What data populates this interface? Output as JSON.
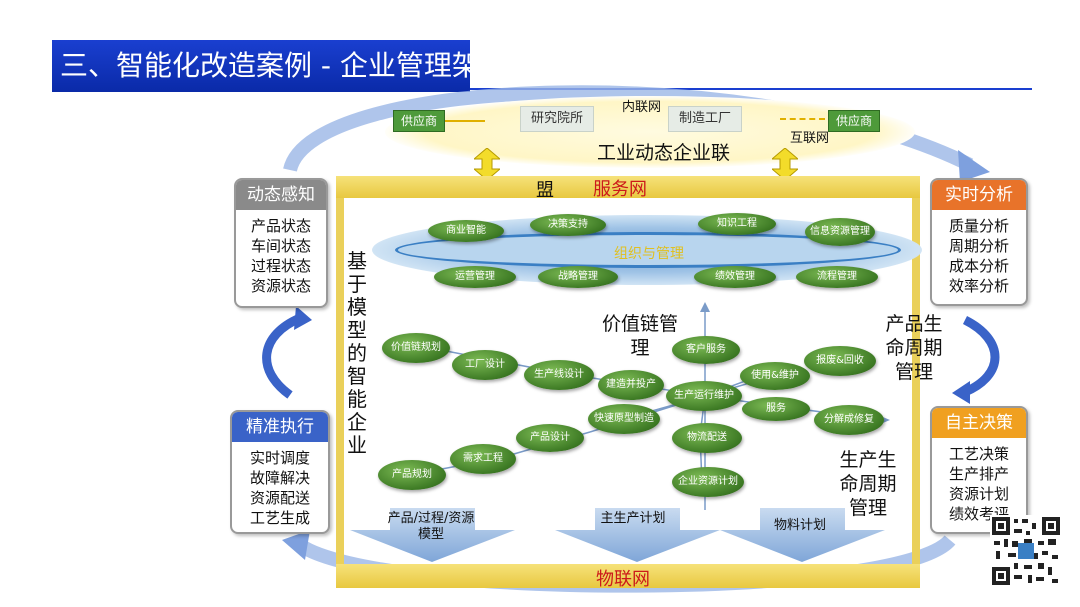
{
  "title": "三、智能化改造案例 - 企业管理架构",
  "top": {
    "intranet": "内联网",
    "internet": "互联网",
    "supplier_left": "供应商",
    "research": "研究院所",
    "factory": "制造工厂",
    "supplier_right": "供应商",
    "alliance_line1": "工业动态企业联",
    "alliance_line2": "盟",
    "service_net": "服务网"
  },
  "left_panels": {
    "sense": {
      "title": "动态感知",
      "items": [
        "产品状态",
        "车间状态",
        "过程状态",
        "资源状态"
      ]
    },
    "execute": {
      "title": "精准执行",
      "items": [
        "实时调度",
        "故障解决",
        "资源配送",
        "工艺生成"
      ]
    }
  },
  "right_panels": {
    "analysis": {
      "title": "实时分析",
      "items": [
        "质量分析",
        "周期分析",
        "成本分析",
        "效率分析"
      ]
    },
    "decision": {
      "title": "自主决策",
      "items": [
        "工艺决策",
        "生产排产",
        "资源计划",
        "绩效考评"
      ]
    }
  },
  "org": {
    "label": "组织与管理",
    "top_nodes": [
      "商业智能",
      "决策支持",
      "知识工程",
      "信息资源管理"
    ],
    "bottom_nodes": [
      "运营管理",
      "战略管理",
      "绩效管理",
      "流程管理"
    ]
  },
  "center": {
    "left_vertical": "基于模型的智能企业",
    "value_chain": "价值链管理",
    "product_lifecycle": "产品生命周期管理",
    "production_lifecycle": "生产生命周期管理",
    "nodes": {
      "n1": "价值链规划",
      "n2": "工厂设计",
      "n3": "生产线设计",
      "n4": "建造并投产",
      "n5": "客户服务",
      "n6": "生产运行维护",
      "n7": "使用&维护",
      "n8": "报废&回收",
      "n9": "服务",
      "n10": "分解成修复",
      "n11": "快速原型制造",
      "n12": "产品设计",
      "n13": "需求工程",
      "n14": "产品规划",
      "n15": "物流配送",
      "n16": "企业资源计划"
    }
  },
  "bottom": {
    "arrow1": "产品/过程/资源模型",
    "arrow2": "主生产计划",
    "arrow3": "物料计划",
    "iot": "物联网"
  },
  "colors": {
    "title_blue": "#1a3fd0",
    "green_node": "#3d7a24",
    "gold_band": "#f0d060",
    "orange_head": "#e8732a",
    "blue_head": "#3a63c8",
    "grey_head": "#8a8a8a"
  }
}
